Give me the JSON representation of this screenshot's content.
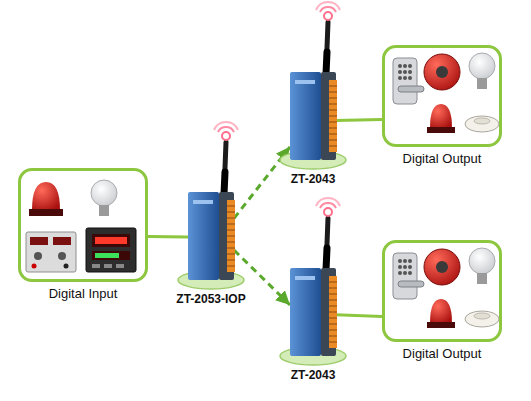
{
  "diagram": {
    "nodes": [
      {
        "text": [
          "Digital Input"
        ]
      },
      {
        "text": [
          "ZT-2053-IOP"
        ]
      },
      {
        "text": [
          "ZT-2043"
        ]
      },
      {
        "text": [
          "Digital Output"
        ]
      },
      {
        "text": [
          "ZT-2043"
        ]
      },
      {
        "text": [
          "Digital Output"
        ]
      }
    ],
    "edges": [
      {
        "from": 0,
        "to": 1,
        "arrow": "none"
      },
      {
        "from": 1,
        "to": 2,
        "arrow": "to"
      },
      {
        "from": 1,
        "to": 4,
        "arrow": "to"
      },
      {
        "from": 2,
        "to": 3,
        "arrow": "none"
      },
      {
        "from": 4,
        "to": 5,
        "arrow": "none"
      }
    ]
  }
}
